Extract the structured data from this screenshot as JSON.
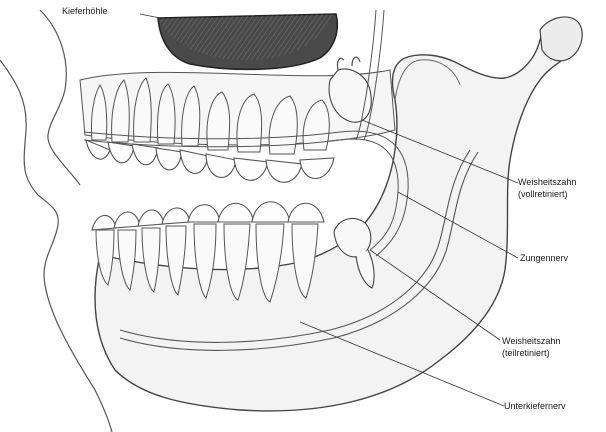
{
  "labels": {
    "maxillary_sinus": "Kieferhöhle",
    "wisdom_tooth_full_line1": "Weisheitszahn",
    "wisdom_tooth_full_line2": "(vollretiniert)",
    "lingual_nerve": "Zungennerv",
    "wisdom_tooth_partial_line1": "Weisheitszahn",
    "wisdom_tooth_partial_line2": "(teilretiniert)",
    "inferior_alveolar_nerve": "Unterkiefernerv"
  }
}
